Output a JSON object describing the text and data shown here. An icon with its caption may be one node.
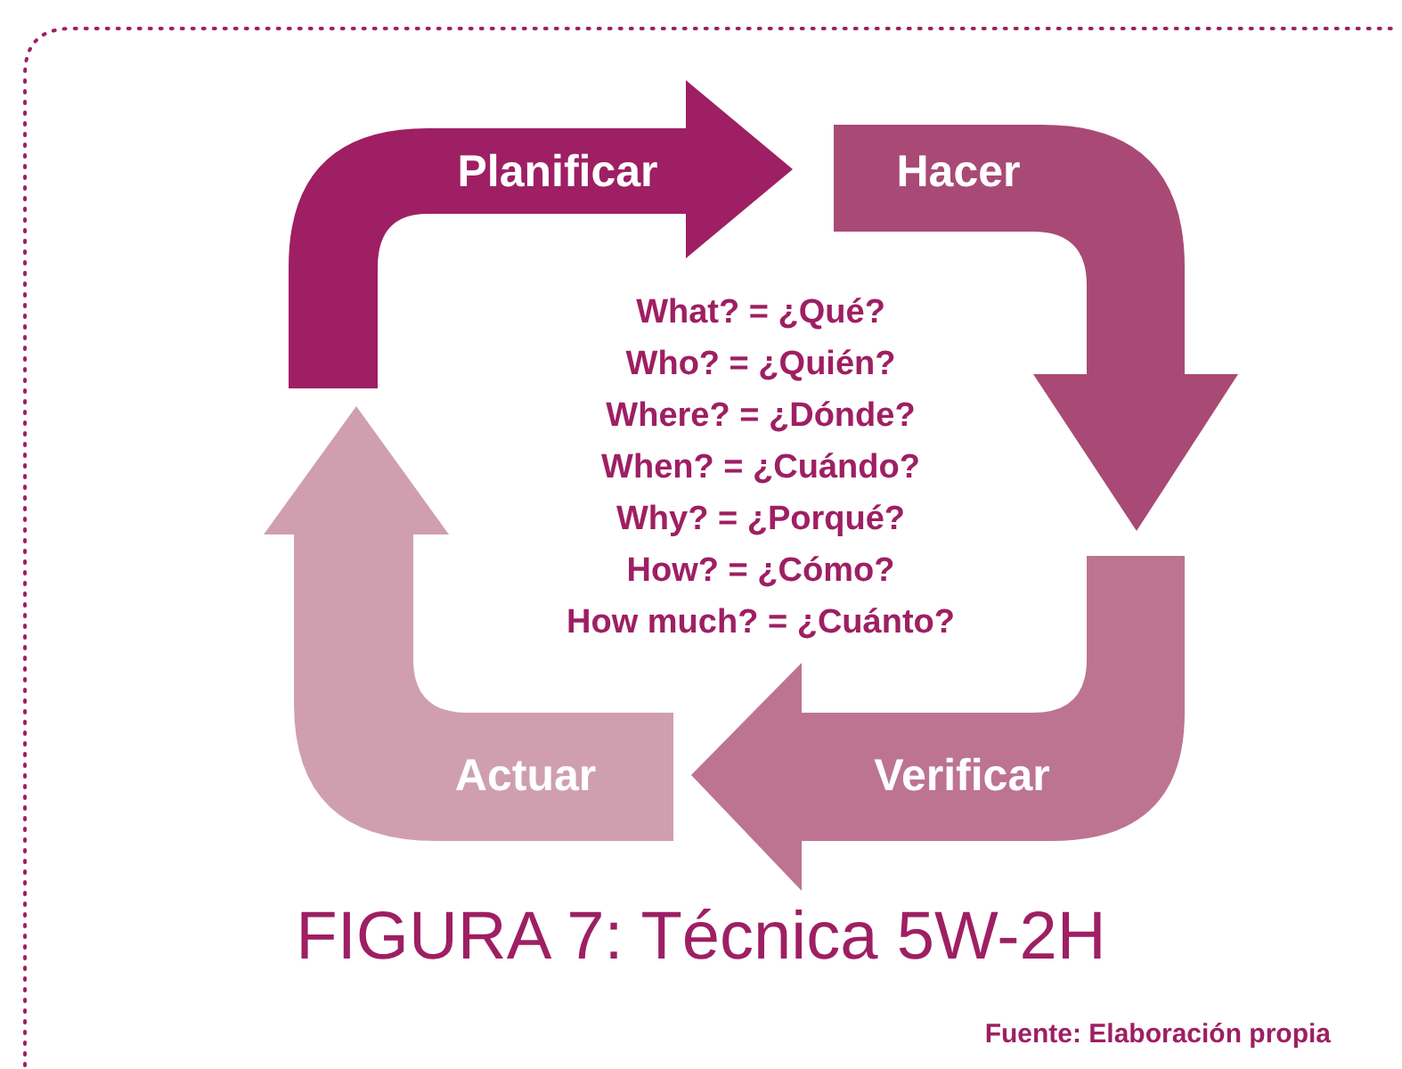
{
  "diagram": {
    "caption": "FIGURA 7: Técnica 5W-2H",
    "nodes": [
      {
        "text": [
          "Planificar"
        ]
      },
      {
        "text": [
          "Hacer"
        ]
      },
      {
        "text": [
          "Verificar"
        ]
      },
      {
        "text": [
          "Actuar"
        ]
      }
    ],
    "labels": [
      "What? = ¿Qué?",
      "Who? = ¿Quién?",
      "Where? = ¿Dónde?",
      "When? = ¿Cuándo?",
      "Why? = ¿Porqué?",
      "How? = ¿Cómo?",
      "How much? = ¿Cuánto?",
      "Fuente: Elaboración propia"
    ]
  }
}
